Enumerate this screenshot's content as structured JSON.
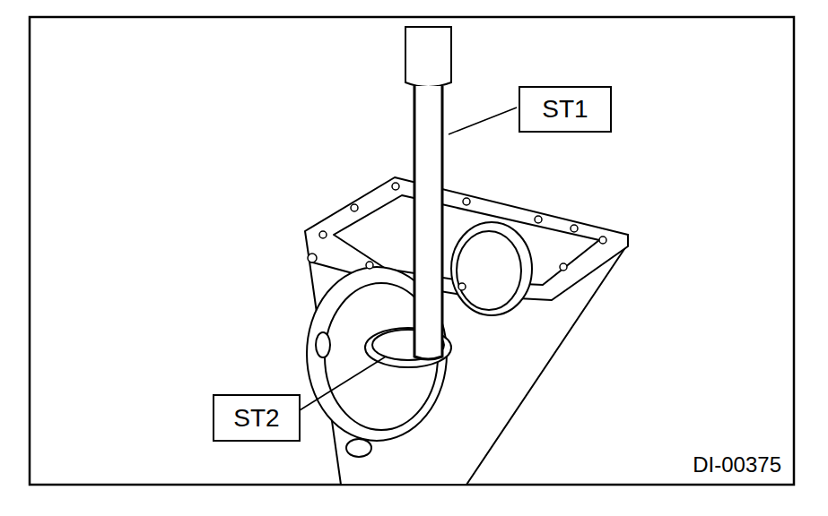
{
  "diagram": {
    "labels": [
      "ST1",
      "ST2",
      "DI-00375"
    ]
  }
}
